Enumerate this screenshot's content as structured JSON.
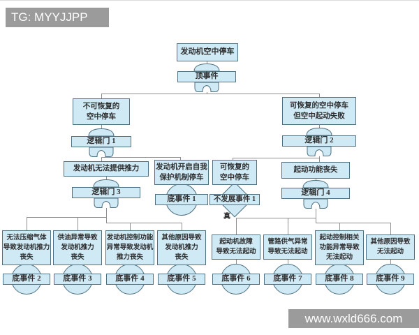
{
  "watermarks": {
    "top_left": "TG: MYYJJPP",
    "bottom_right": "www.wxld666.com"
  },
  "colors": {
    "node_fill": "#cfe9f5",
    "node_border": "#4e7080",
    "connector": "#8f8f8f",
    "watermark_bg": "#9b9b9b",
    "watermark_text": "#ffffff",
    "text": "#2e2e2e"
  },
  "diagram": {
    "type": "fault-tree",
    "top_event": {
      "label": "发动机空中停车",
      "tag": "顶事件"
    },
    "gate1": {
      "label": "不可恢复的\n空中停车",
      "tag": "逻辑门 1"
    },
    "gate2": {
      "label": "可恢复的空中停车\n但空中起动失败",
      "tag": "逻辑门 2"
    },
    "gate3": {
      "label": "发动机无法提供推力",
      "tag": "逻辑门 3"
    },
    "gate4": {
      "label": "起动功能丧失",
      "tag": "逻辑门 4"
    },
    "basic1": {
      "label": "发动机开启自我\n保护机制停车",
      "tag": "底事件 1"
    },
    "undeveloped1": {
      "label": "可恢复的\n空中停车",
      "tag": "不发展事件 1",
      "note": "真"
    },
    "basic2": {
      "label": "无法压缩气体\n导致发动机推力\n丧失",
      "tag": "底事件 2"
    },
    "basic3": {
      "label": "供油异常导致\n发动机推力\n丧失",
      "tag": "底事件 3"
    },
    "basic4": {
      "label": "发动机控制功能\n异常导致发动机\n推力丧失",
      "tag": "底事件 4"
    },
    "basic5": {
      "label": "其他原因导致\n发动机推力\n丧失",
      "tag": "底事件 5"
    },
    "basic6": {
      "label": "起动机故障\n导致无法起动",
      "tag": "底事件 6"
    },
    "basic7": {
      "label": "管路供气异常\n导致无法起动",
      "tag": "底事件 7"
    },
    "basic8": {
      "label": "起动控制相关\n功能异常导致\n无法起动",
      "tag": "底事件 8"
    },
    "basic9": {
      "label": "其他原因导致\n无法起动",
      "tag": "底事件 9"
    }
  }
}
